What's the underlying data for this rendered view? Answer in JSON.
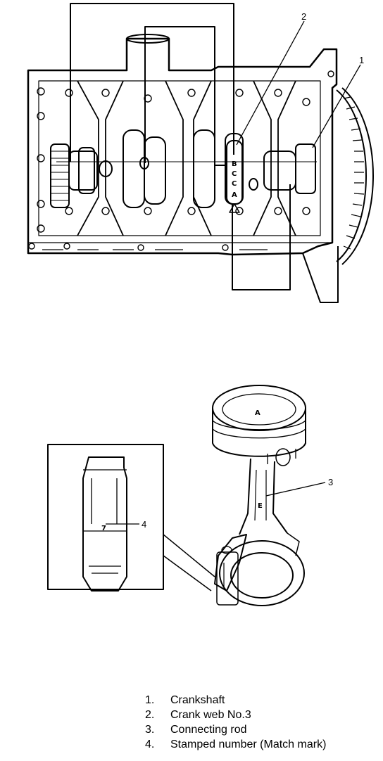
{
  "callouts": {
    "crankshaft": "1",
    "crank_web": "2",
    "connecting_rod": "3",
    "stamped_number": "4"
  },
  "web_letters": [
    "B",
    "C",
    "C",
    "A"
  ],
  "piston_mark": "A",
  "rod_marks": {
    "beam": "E",
    "detail": "7"
  },
  "legend": [
    {
      "num": "1.",
      "text": "Crankshaft"
    },
    {
      "num": "2.",
      "text": "Crank web No.3"
    },
    {
      "num": "3.",
      "text": "Connecting rod"
    },
    {
      "num": "4.",
      "text": "Stamped number (Match mark)"
    }
  ]
}
